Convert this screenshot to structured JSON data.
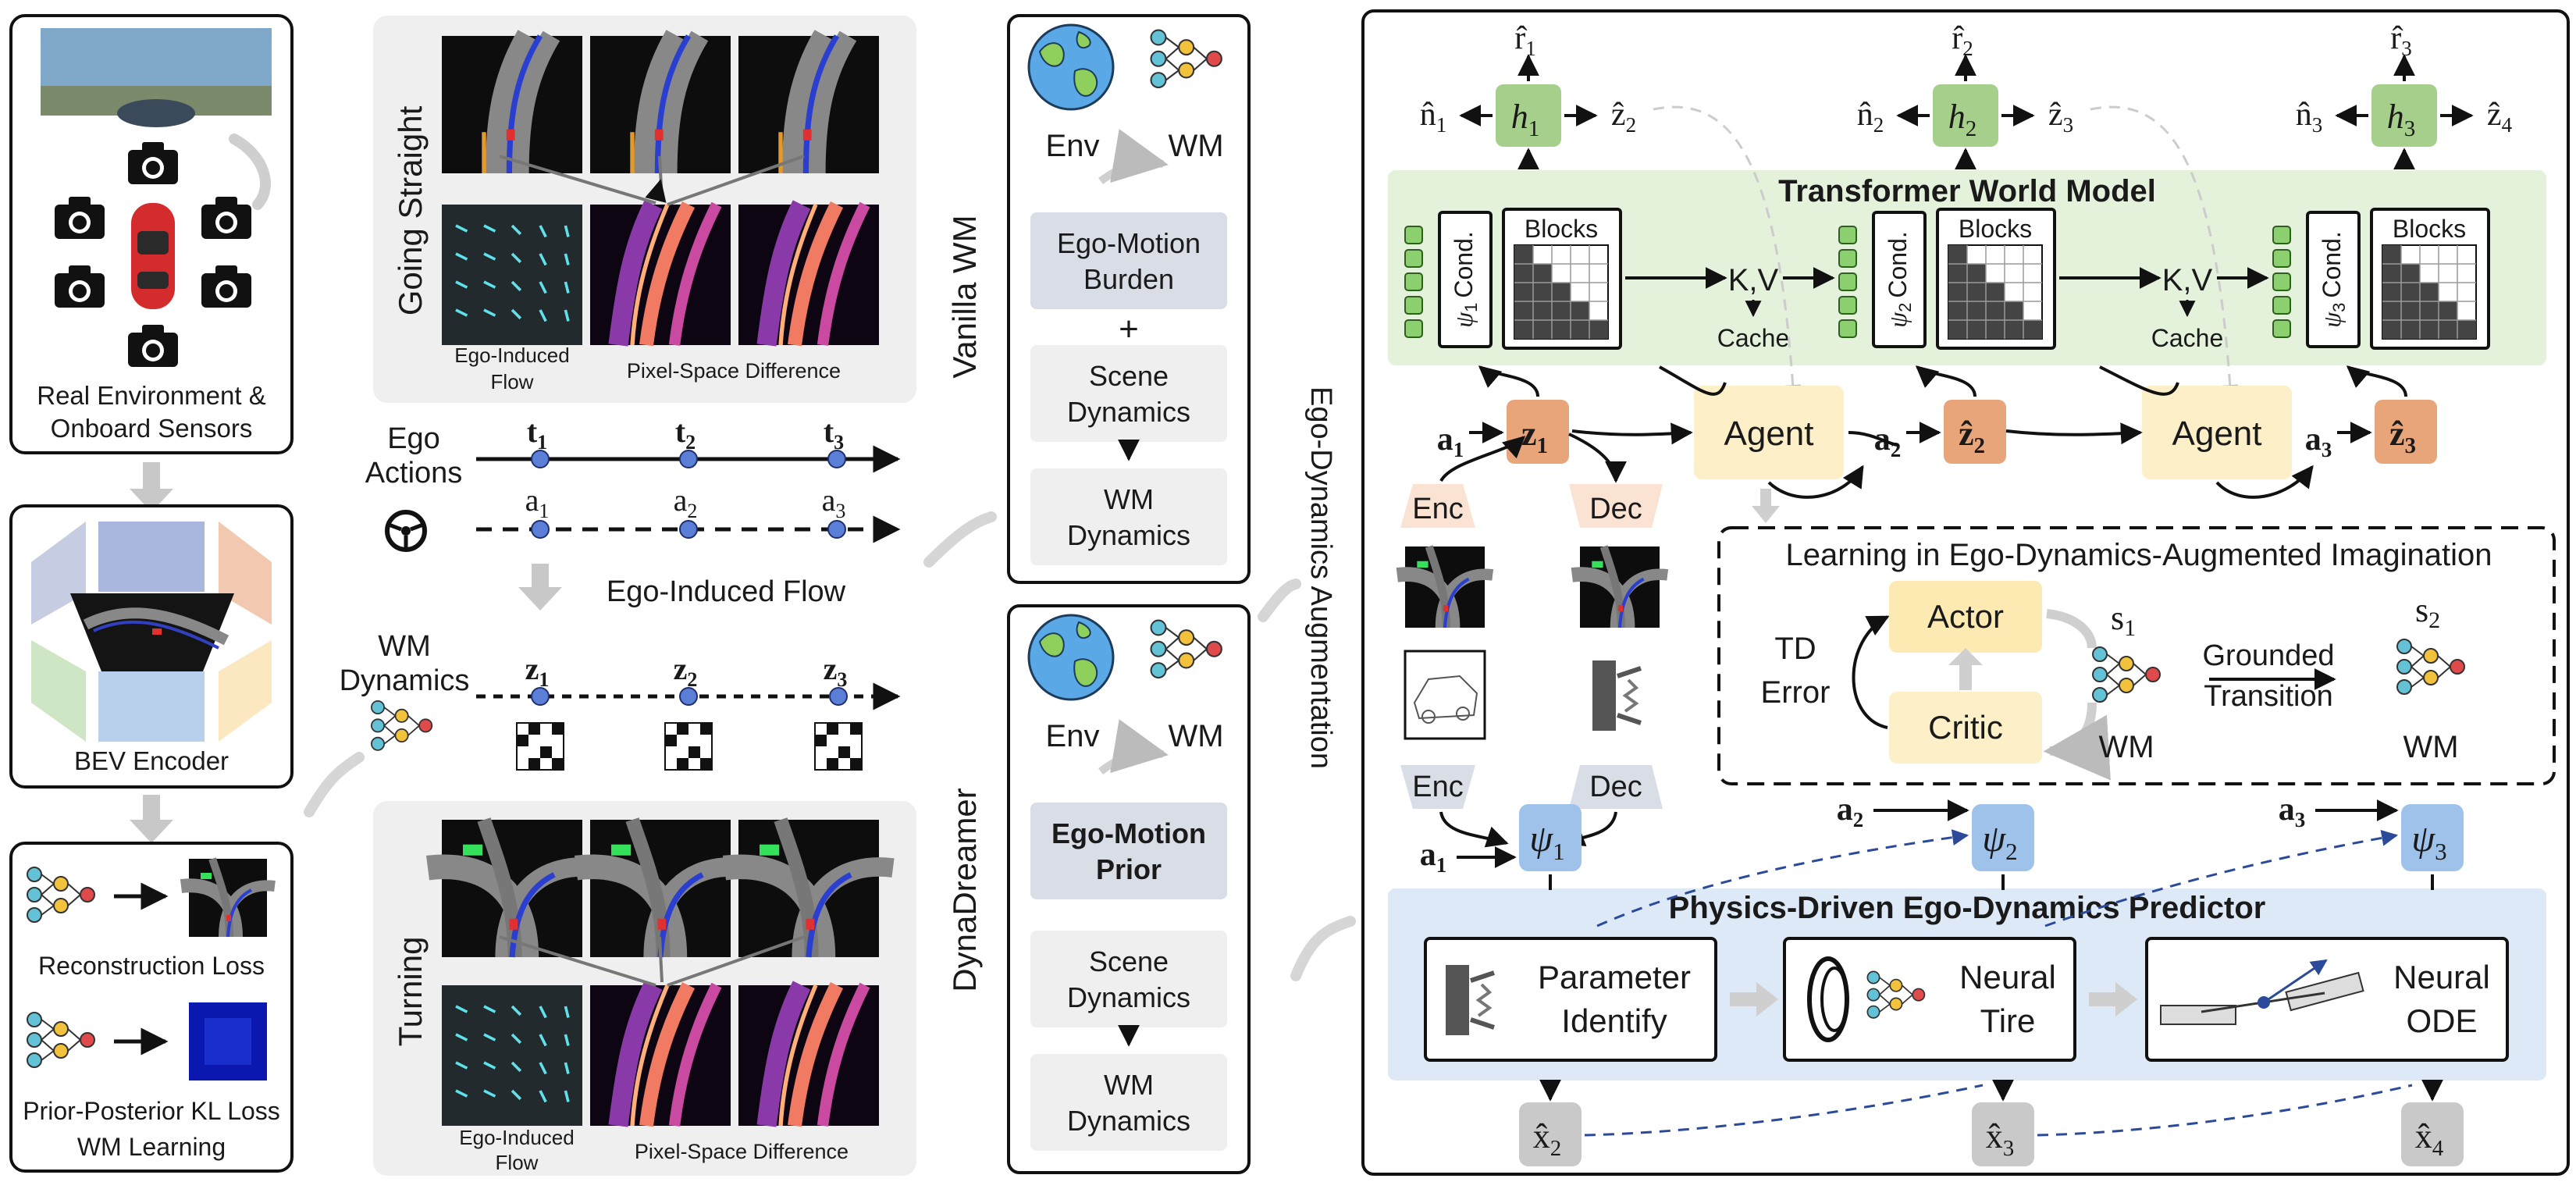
{
  "colors": {
    "panel_gray": "#efefef",
    "node_blue": "#5b7fd6",
    "latent_orange": "#e8a57a",
    "head_green": "#a5cf8a",
    "psi_blue": "#9ec2ea",
    "agent_yellow": "#fdf0c8",
    "transformer_green": "#e4f2dc",
    "predictor_blue": "#dde9f6",
    "xhat_gray": "#c9c9c9",
    "ego_box": "#d9dde6"
  },
  "left": {
    "sensors_label_1": "Real Environment &",
    "sensors_label_2": "Onboard Sensors",
    "bev_label": "BEV Encoder",
    "recon_label": "Reconstruction Loss",
    "kl_label": "Prior-Posterior KL Loss",
    "wm_learning_label": "WM Learning"
  },
  "middle": {
    "going_straight": "Going Straight",
    "turning": "Turning",
    "ego_induced_flow_1": "Ego-Induced",
    "ego_induced_flow_2": "Flow",
    "pixel_diff": "Pixel-Space Difference",
    "ego_actions_1": "Ego",
    "ego_actions_2": "Actions",
    "wm_dynamics_1": "WM",
    "wm_dynamics_2": "Dynamics",
    "flow_arrow_label": "Ego-Induced Flow",
    "t_labels": [
      "t",
      "t",
      "t"
    ],
    "a_labels": [
      "a",
      "a",
      "a"
    ],
    "z_labels": [
      "z",
      "z",
      "z"
    ],
    "subs": [
      "1",
      "2",
      "3"
    ]
  },
  "vanilla": {
    "title": "Vanilla WM",
    "env": "Env",
    "wm": "WM",
    "burden_1": "Ego-Motion",
    "burden_2": "Burden",
    "plus": "+",
    "scene_1": "Scene",
    "scene_2": "Dynamics",
    "wmdyn_1": "WM",
    "wmdyn_2": "Dynamics"
  },
  "dyna": {
    "title": "DynaDreamer",
    "env": "Env",
    "wm": "WM",
    "prior_1": "Ego-Motion",
    "prior_2": "Prior",
    "scene_1": "Scene",
    "scene_2": "Dynamics",
    "wmdyn_1": "WM",
    "wmdyn_2": "Dynamics"
  },
  "augment_label": "Ego-Dynamics Augmentation",
  "right": {
    "transformer_title": "Transformer World Model",
    "cond": "Cond.",
    "blocks": "Blocks",
    "kv": "K,V",
    "cache": "Cache",
    "agent": "Agent",
    "enc": "Enc",
    "dec": "Dec",
    "imagination_title": "Learning in Ego-Dynamics-Augmented Imagination",
    "actor": "Actor",
    "critic": "Critic",
    "td_1": "TD",
    "td_2": "Error",
    "grounded_1": "Grounded",
    "grounded_2": "Transition",
    "s_label": "s",
    "wm": "WM",
    "predictor_title": "Physics-Driven Ego-Dynamics Predictor",
    "param_1": "Parameter",
    "param_2": "Identify",
    "tire_1": "Neural",
    "tire_2": "Tire",
    "ode_1": "Neural",
    "ode_2": "ODE",
    "h": "h",
    "psi": "ψ",
    "r_hat": "r̂",
    "n_hat": "n̂",
    "z_hat": "ẑ",
    "x_hat": "x̂",
    "z": "z",
    "a": "a",
    "subs": [
      "1",
      "2",
      "3",
      "4"
    ]
  }
}
